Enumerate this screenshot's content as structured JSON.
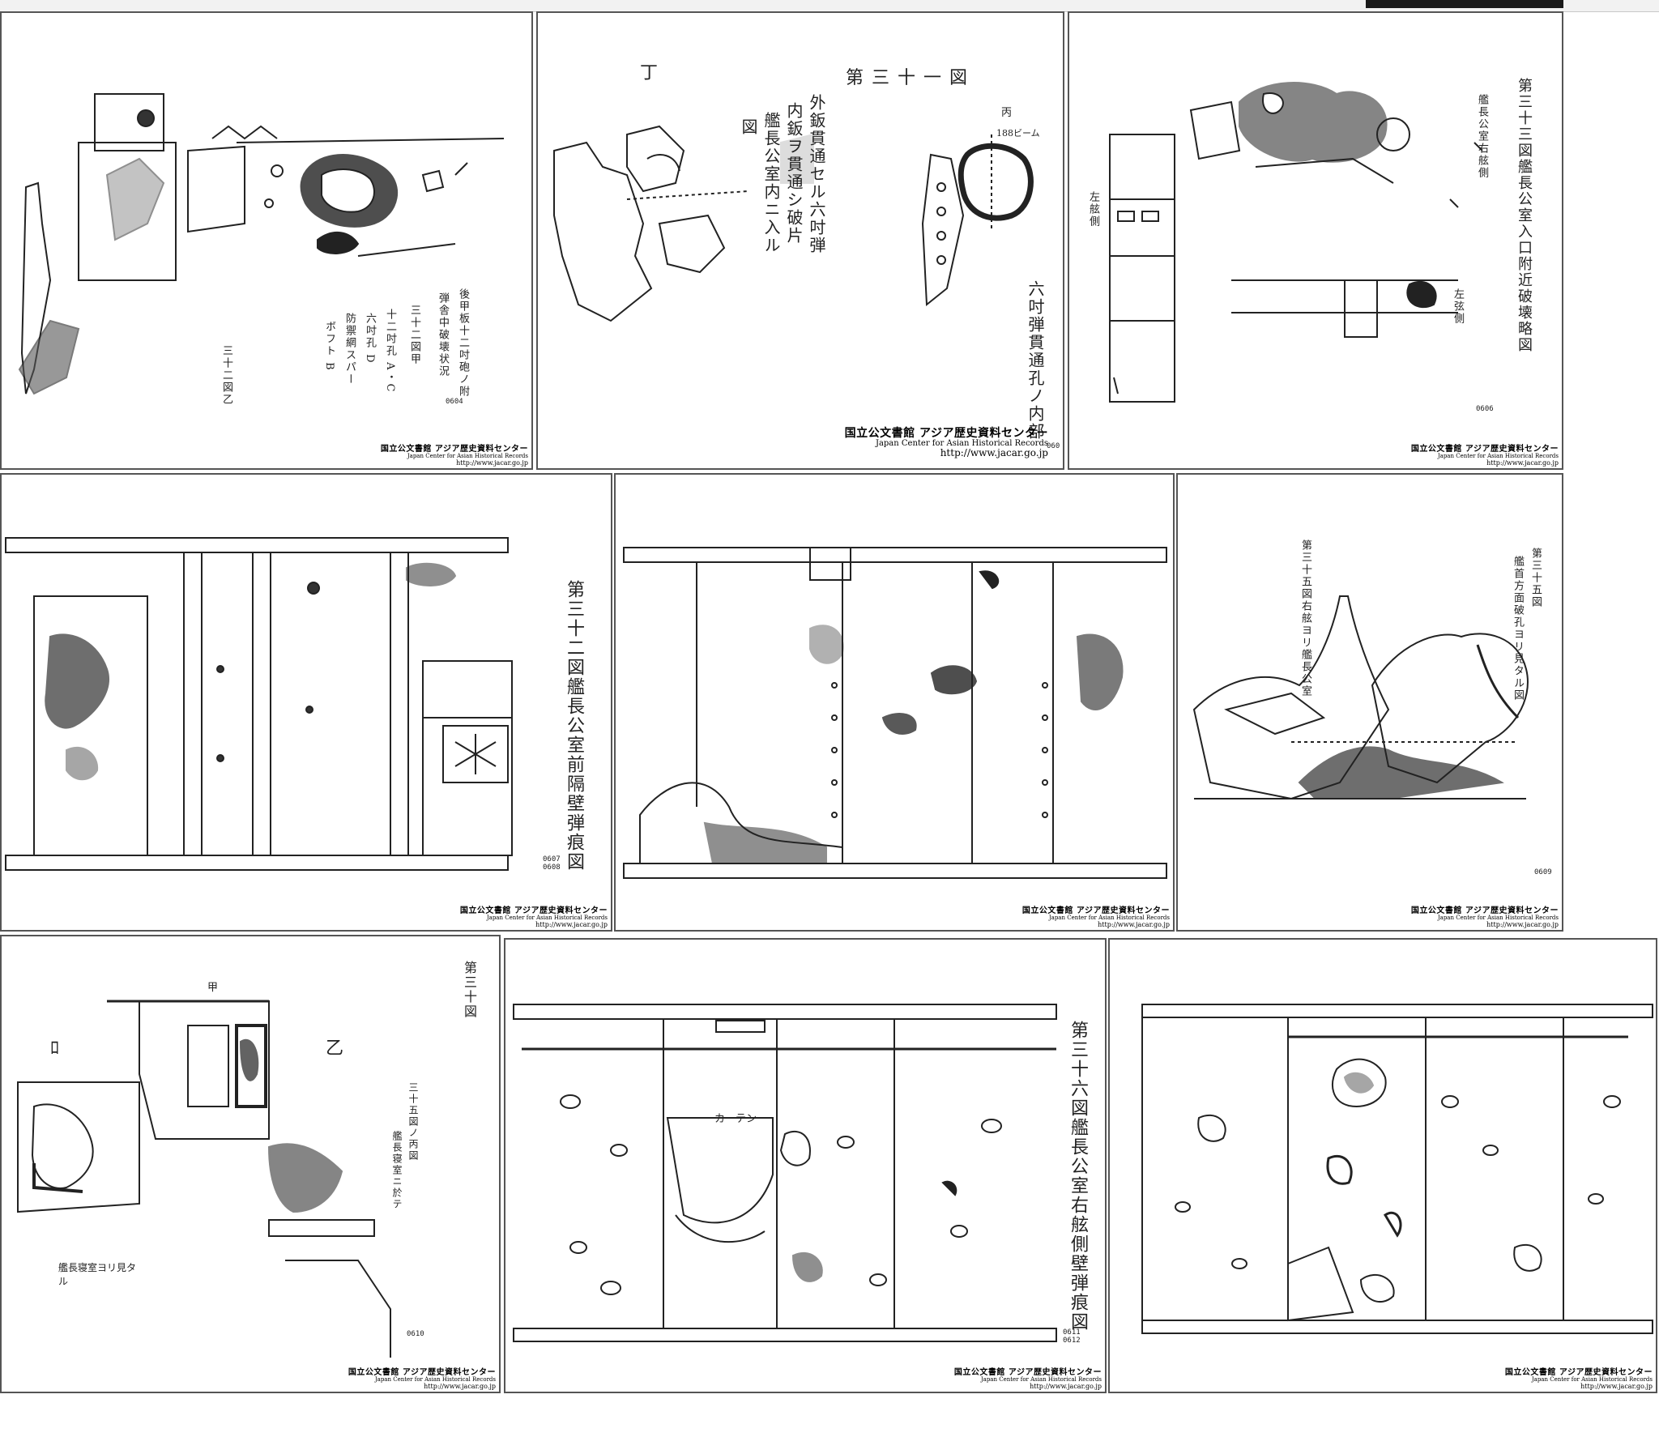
{
  "footer": {
    "line1": "国立公文書館 アジア歴史資料センター",
    "line2": "Japan Center for Asian Historical Records",
    "line3": "http://www.jacar.go.jp"
  },
  "tiles": [
    {
      "id": "0604",
      "page_label": "0604",
      "vertical": [
        "後甲板十二吋砲ノ附",
        "弾舎中破壊状況",
        "三十二図甲",
        "十二吋孔 A・C",
        "六吋孔 D",
        "防禦網スパー",
        "ボフト B",
        "三十二図乙"
      ],
      "horizontal": []
    },
    {
      "id": "0605",
      "page_label": "060",
      "title": "第三十一図",
      "corner": "丁",
      "mark": "丙",
      "beam": "188ビーム",
      "vertical": [
        "外鈑貫通セル六吋弾",
        "内鈑ヲ貫通シ破片",
        "艦長公室内ニ入ル",
        "図",
        "六吋弾貫通孔ノ内部"
      ],
      "horizontal": []
    },
    {
      "id": "0606",
      "page_label": "0606",
      "vertical": [
        "第三十三図艦長公室入口附近破壊略図",
        "艦長公室右舷側",
        "左舷側",
        "左弦側"
      ],
      "horizontal": []
    },
    {
      "id": "0607",
      "page_label": "0607\n0608",
      "vertical": [
        "第三十二図艦長公室前隔壁弾痕図"
      ],
      "horizontal": []
    },
    {
      "id": "0608b",
      "page_label": "",
      "vertical": [],
      "horizontal": []
    },
    {
      "id": "0609",
      "page_label": "0609",
      "vertical": [
        "第三十五図",
        "艦首方面破孔ヨリ見タル図",
        "第三十五図右舷ヨリ艦長公室"
      ],
      "horizontal": []
    },
    {
      "id": "0610",
      "page_label": "0610",
      "vertical": [
        "第三十図",
        "艦長寝室ニ於テ",
        "三十五図ノ丙図"
      ],
      "horizontal": [
        "乙",
        "甲",
        "ﾛ",
        "艦長寝室ヨリ見タル"
      ]
    },
    {
      "id": "0611",
      "page_label": "0611\n0612",
      "vertical": [
        "第三十六図艦長公室右舷側壁弾痕図"
      ],
      "horizontal": [
        "カーテン"
      ]
    },
    {
      "id": "0612b",
      "page_label": "",
      "vertical": [],
      "horizontal": []
    }
  ]
}
